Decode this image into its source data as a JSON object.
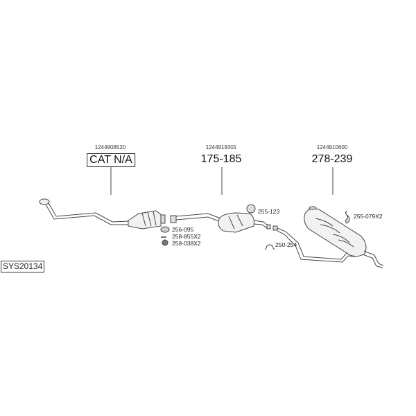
{
  "system_id": "SYS20134",
  "parts": [
    {
      "oe_number": "1244908520",
      "part_number": "CAT N/A"
    },
    {
      "oe_number": "1244919301",
      "part_number": "175-185"
    },
    {
      "oe_number": "1244910600",
      "part_number": "278-239"
    }
  ],
  "accessories": [
    {
      "label": "256-095",
      "icon": "gasket-icon"
    },
    {
      "label": "258-855X2",
      "icon": "bolt-icon"
    },
    {
      "label": "258-038X2",
      "icon": "nut-icon"
    },
    {
      "label": "255-123",
      "icon": "rubber-mount-icon"
    },
    {
      "label": "250-254",
      "icon": "clamp-icon"
    },
    {
      "label": "255-079X2",
      "icon": "hanger-icon"
    }
  ]
}
